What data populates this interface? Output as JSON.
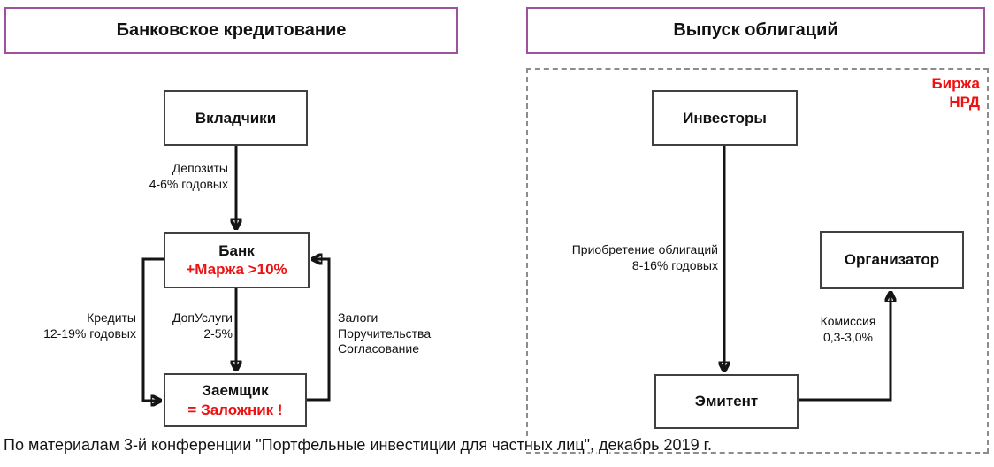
{
  "titles": {
    "left": "Банковское кредитование",
    "right": "Выпуск облигаций"
  },
  "left_diagram": {
    "nodes": {
      "depositors": {
        "title": "Вкладчики"
      },
      "bank": {
        "title": "Банк",
        "subtitle": "+Маржа >10%"
      },
      "borrower": {
        "title": "Заемщик",
        "subtitle": "= Заложник !"
      }
    },
    "edges": {
      "deposits": {
        "lines": [
          "Депозиты",
          "4-6% годовых"
        ]
      },
      "credits": {
        "lines": [
          "Кредиты",
          "12-19% годовых"
        ]
      },
      "services": {
        "lines": [
          "ДопУслуги",
          "2-5%"
        ]
      },
      "collateral": {
        "lines": [
          "Залоги",
          "Поручительства",
          "Согласование"
        ]
      }
    }
  },
  "right_diagram": {
    "corner_label": {
      "lines": [
        "Биржа",
        "НРД"
      ]
    },
    "nodes": {
      "investors": {
        "title": "Инвесторы"
      },
      "issuer": {
        "title": "Эмитент"
      },
      "organizer": {
        "title": "Организатор"
      }
    },
    "edges": {
      "purchase": {
        "lines": [
          "Приобретение облигаций",
          "8-16% годовых"
        ]
      },
      "commission": {
        "lines": [
          "Комиссия",
          "0,3-3,0%"
        ]
      }
    }
  },
  "footer": {
    "caption": "По материалам 3-й конференции \"Портфельные инвестиции для частных лиц\", декабрь 2019 г."
  },
  "colors": {
    "accent_purple": "#A0519E",
    "alert_red": "#EE1111",
    "node_border": "#404040",
    "dashed_border": "#8C8C8C",
    "wire_black": "#141414"
  }
}
